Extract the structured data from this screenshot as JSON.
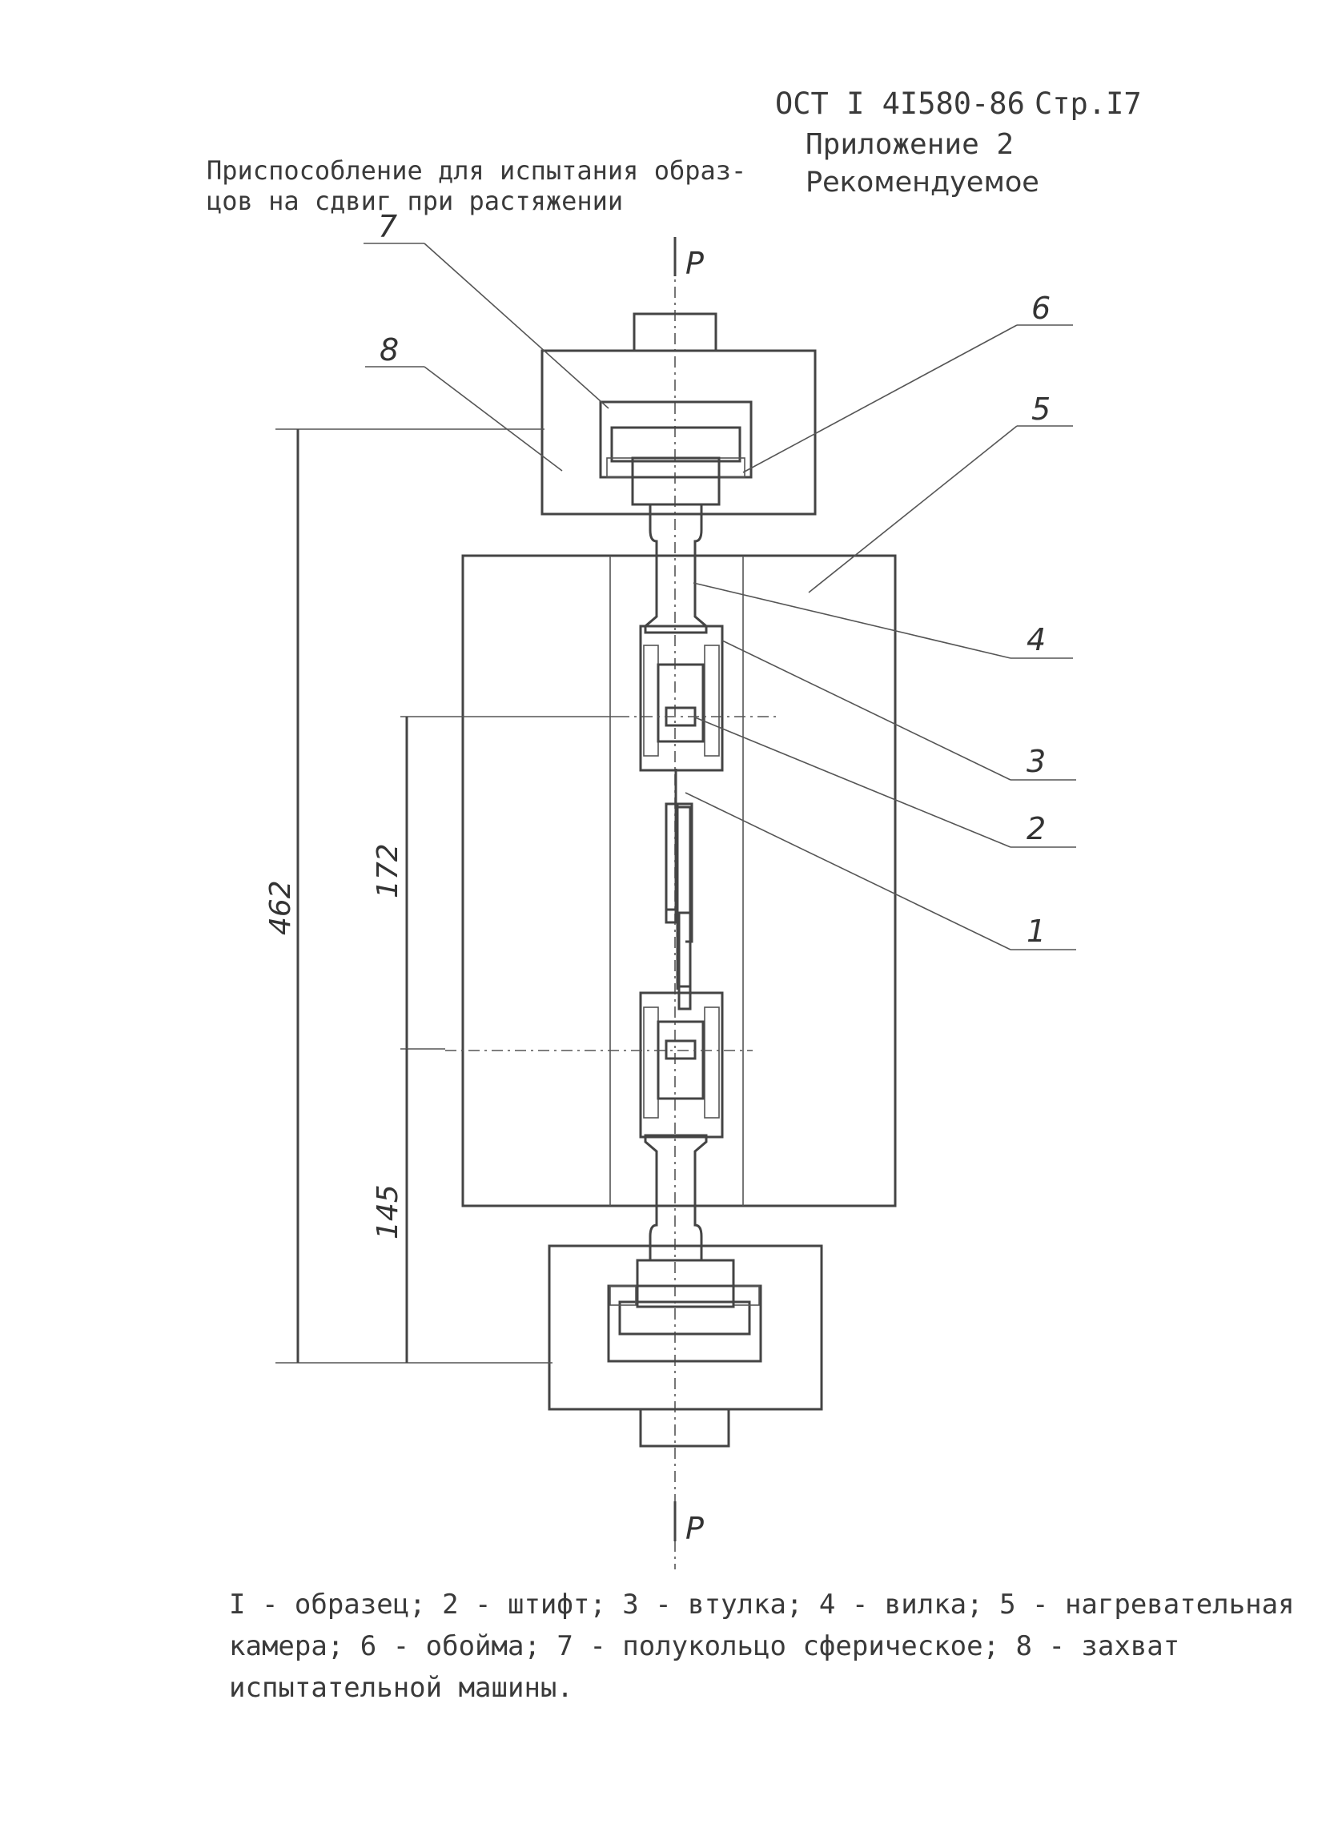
{
  "header": {
    "doc_number": "ОСТ I 4I580-86",
    "page": "Стр.I7",
    "appendix": "Приложение 2",
    "status": "Рекомендуемое"
  },
  "title": {
    "line1": "Приспособление для испытания образ-",
    "line2": "цов на сдвиг при растяжении"
  },
  "force_labels": {
    "top": "P",
    "bottom": "P"
  },
  "callouts": [
    "1",
    "2",
    "3",
    "4",
    "5",
    "6",
    "7",
    "8"
  ],
  "dimensions": {
    "overall": "462",
    "upper": "172",
    "lower": "145"
  },
  "legend": {
    "line1": "I - образец; 2 - штифт; 3 - втулка; 4 - вилка; 5 - нагревательная",
    "line2": "камера; 6 - обойма; 7 - полукольцо сферическое; 8 - захват",
    "line3": "испытательной машины."
  },
  "colors": {
    "ink": "#3a3a3a",
    "paper": "#ffffff"
  }
}
